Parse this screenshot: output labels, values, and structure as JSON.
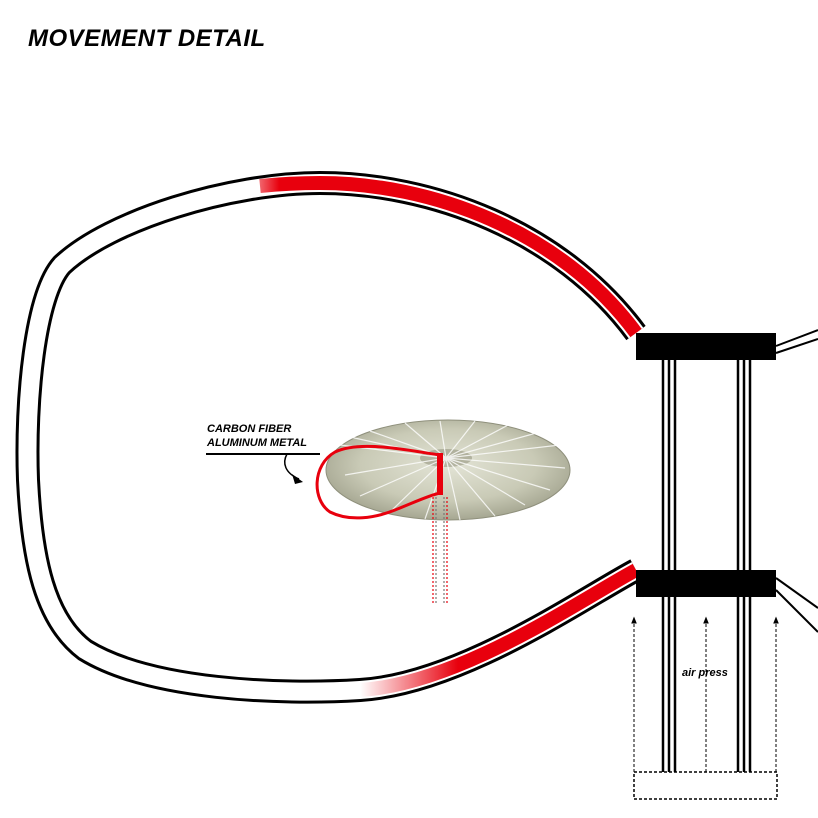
{
  "title": "MOVEMENT DETAIL",
  "labels": {
    "material_line1": "CARBON FIBER",
    "material_line2": "ALUMINUM METAL",
    "air_press": "air press"
  },
  "colors": {
    "accent": "#e8000d",
    "outline": "#000000",
    "torus": "#c9cab6"
  }
}
